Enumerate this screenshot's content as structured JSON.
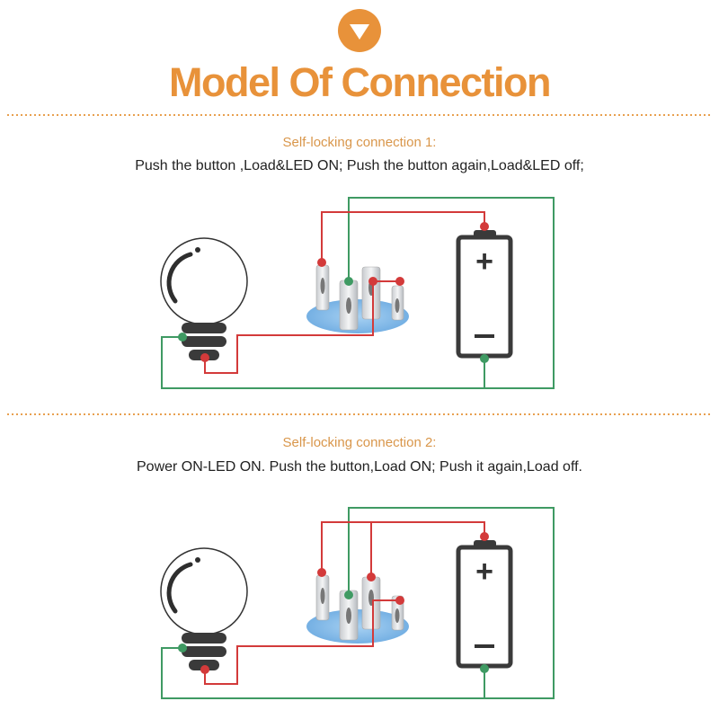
{
  "header": {
    "icon": "chevron-down-circle-icon",
    "title": "Model Of Connection"
  },
  "sections": [
    {
      "subtitle": "Self-locking connection 1:",
      "description": "Push the button ,Load&LED ON; Push the button again,Load&LED off;",
      "battery_plus": "+",
      "battery_minus": "−"
    },
    {
      "subtitle": "Self-locking connection 2:",
      "description": "Power ON-LED ON.  Push the button,Load ON;  Push it again,Load off.",
      "battery_plus": "+",
      "battery_minus": "−"
    }
  ],
  "colors": {
    "accent": "#e8923a",
    "wire_positive": "#d33a3a",
    "wire_negative": "#3f9a63",
    "switch_base": "#7fb8e8"
  }
}
